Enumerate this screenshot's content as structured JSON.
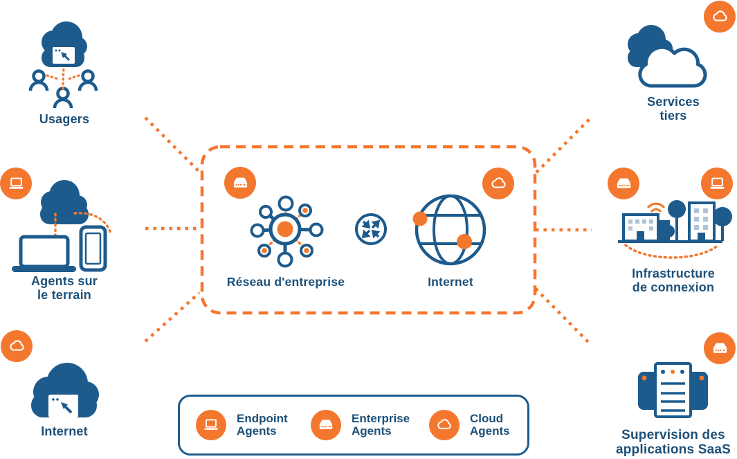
{
  "colors": {
    "orange": "#F4772E",
    "blue": "#1E5B8D",
    "label_blue": "#1D5078",
    "background": "#FFFFFF"
  },
  "center_box": {
    "reseau_label": "Réseau d'entreprise",
    "internet_label": "Internet"
  },
  "nodes": {
    "usagers": {
      "label": "Usagers"
    },
    "agents_terrain": {
      "line1": "Agents sur",
      "line2": "le terrain"
    },
    "internet_gauche": {
      "label": "Internet"
    },
    "services_tiers": {
      "line1": "Services",
      "line2": "tiers"
    },
    "infrastructure": {
      "line1": "Infrastructure",
      "line2": "de connexion"
    },
    "supervision": {
      "line1": "Supervision des",
      "line2": "applications SaaS"
    }
  },
  "legend": {
    "items": [
      {
        "icon": "laptop-icon",
        "line1": "Endpoint",
        "line2": "Agents"
      },
      {
        "icon": "server-icon",
        "line1": "Enterprise",
        "line2": "Agents"
      },
      {
        "icon": "cloud-icon",
        "line1": "Cloud",
        "line2": "Agents"
      }
    ]
  }
}
